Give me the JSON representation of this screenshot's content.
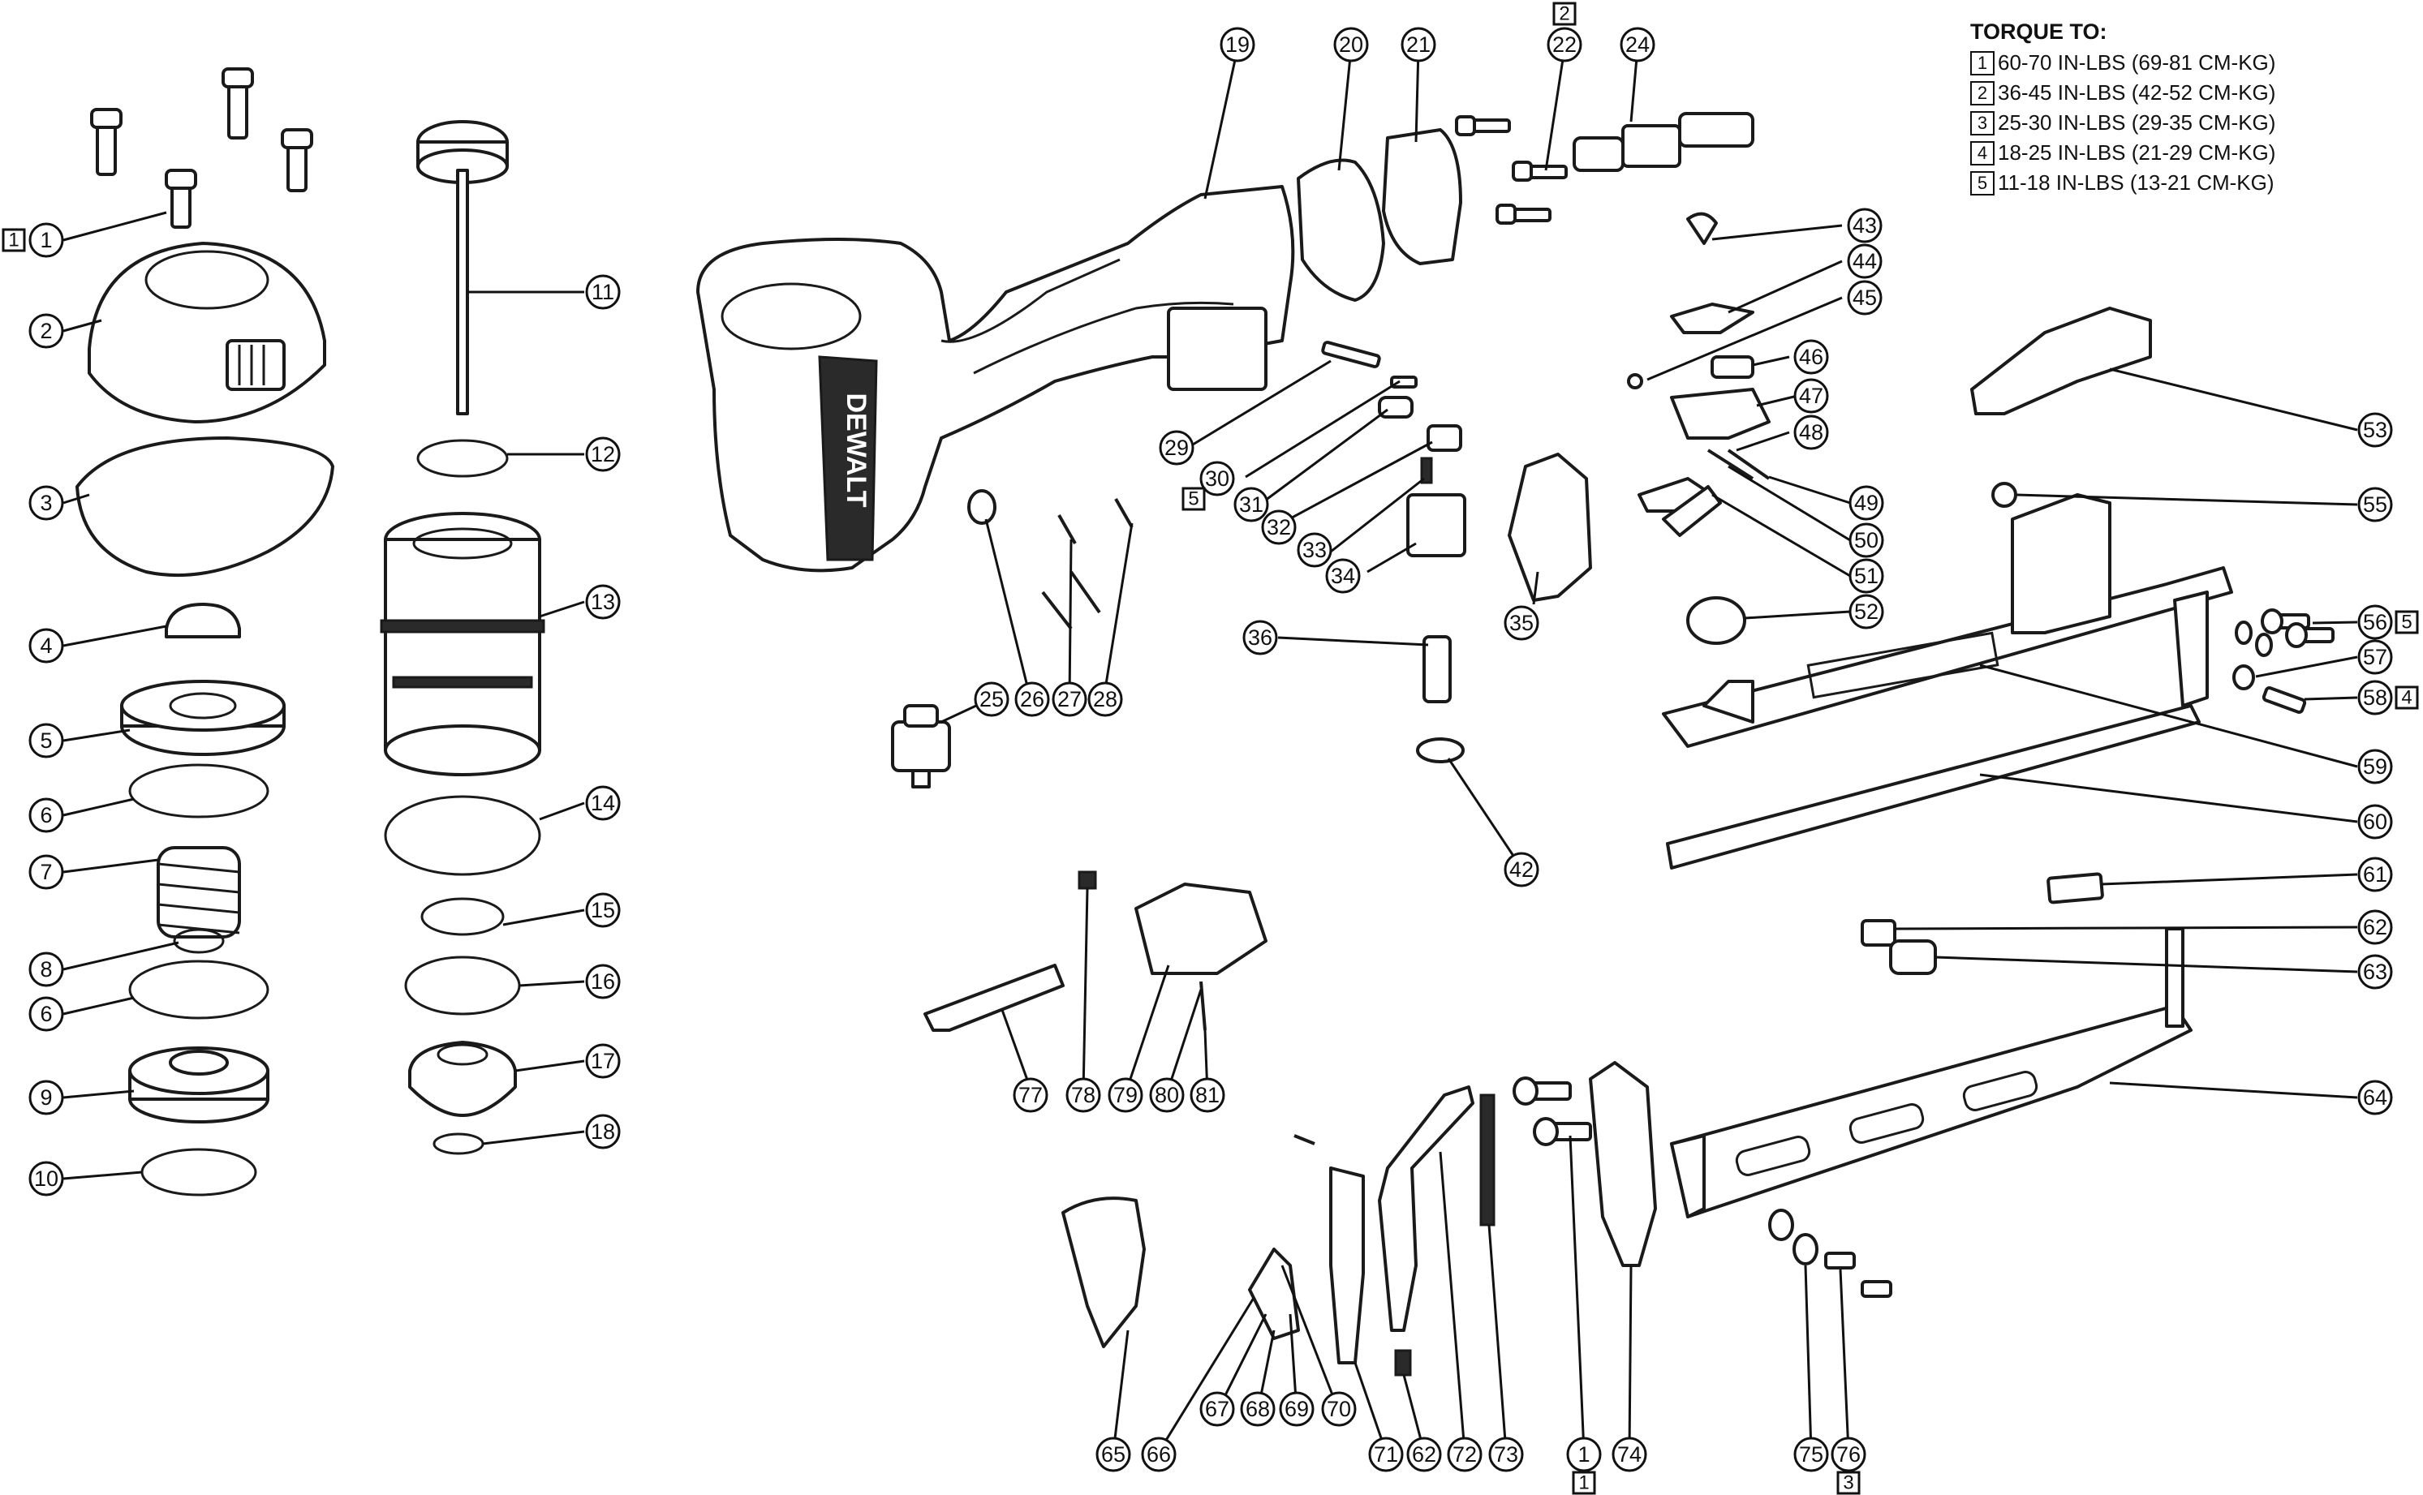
{
  "brand": "DEWALT",
  "torque": {
    "title": "TORQUE TO:",
    "rows": [
      {
        "key": "1",
        "text": "60-70 IN-LBS (69-81 CM-KG)"
      },
      {
        "key": "2",
        "text": "36-45 IN-LBS (42-52 CM-KG)"
      },
      {
        "key": "3",
        "text": "25-30 IN-LBS (29-35 CM-KG)"
      },
      {
        "key": "4",
        "text": "18-25 IN-LBS (21-29 CM-KG)"
      },
      {
        "key": "5",
        "text": "11-18 IN-LBS (13-21 CM-KG)"
      }
    ]
  },
  "callouts": [
    "1",
    "2",
    "3",
    "4",
    "5",
    "6",
    "7",
    "8",
    "6",
    "9",
    "10",
    "11",
    "12",
    "13",
    "14",
    "15",
    "16",
    "17",
    "18",
    "19",
    "20",
    "21",
    "22",
    "24",
    "25",
    "26",
    "27",
    "28",
    "29",
    "30",
    "31",
    "32",
    "33",
    "34",
    "35",
    "36",
    "42",
    "43",
    "44",
    "45",
    "46",
    "47",
    "48",
    "49",
    "50",
    "51",
    "52",
    "53",
    "55",
    "56",
    "57",
    "58",
    "59",
    "60",
    "61",
    "62",
    "63",
    "64",
    "65",
    "66",
    "67",
    "68",
    "69",
    "70",
    "71",
    "62",
    "72",
    "73",
    "1",
    "74",
    "75",
    "76",
    "77",
    "78",
    "79",
    "80",
    "81"
  ],
  "torque_marks": [
    "1",
    "2",
    "5",
    "5",
    "4",
    "1",
    "3"
  ]
}
